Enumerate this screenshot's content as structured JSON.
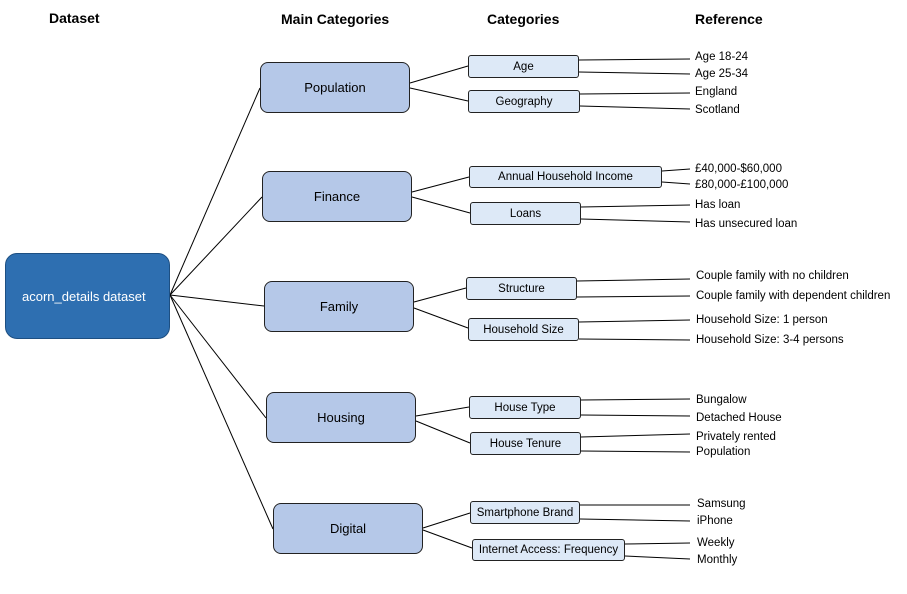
{
  "headers": {
    "dataset": "Dataset",
    "main_categories": "Main Categories",
    "categories": "Categories",
    "reference": "Reference"
  },
  "root": {
    "label": "acorn_details dataset"
  },
  "main_categories": [
    {
      "label": "Population",
      "categories": [
        {
          "label": "Age",
          "references": [
            "Age 18-24",
            "Age 25-34"
          ]
        },
        {
          "label": "Geography",
          "references": [
            "England",
            "Scotland"
          ]
        }
      ]
    },
    {
      "label": "Finance",
      "categories": [
        {
          "label": "Annual Household Income",
          "references": [
            "£40,000-$60,000",
            "£80,000-£100,000"
          ]
        },
        {
          "label": "Loans",
          "references": [
            "Has loan",
            "Has unsecured loan"
          ]
        }
      ]
    },
    {
      "label": "Family",
      "categories": [
        {
          "label": "Structure",
          "references": [
            "Couple family with no children",
            "Couple family with dependent children"
          ]
        },
        {
          "label": "Household Size",
          "references": [
            "Household Size: 1 person",
            "Household Size: 3-4 persons"
          ]
        }
      ]
    },
    {
      "label": "Housing",
      "categories": [
        {
          "label": "House Type",
          "references": [
            "Bungalow",
            "Detached House"
          ]
        },
        {
          "label": "House Tenure",
          "references": [
            "Privately rented",
            "Population"
          ]
        }
      ]
    },
    {
      "label": "Digital",
      "categories": [
        {
          "label": "Smartphone Brand",
          "references": [
            "Samsung",
            "iPhone"
          ]
        },
        {
          "label": "Internet Access: Frequency",
          "references": [
            "Weekly",
            "Monthly"
          ]
        }
      ]
    }
  ]
}
